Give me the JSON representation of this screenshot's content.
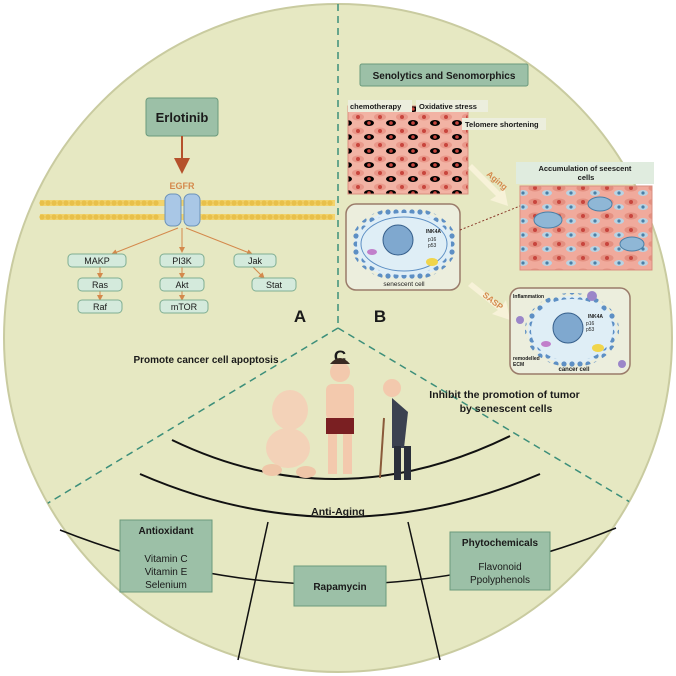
{
  "colors": {
    "circle_fill": "#e6e8c2",
    "circle_stroke": "#c9cba0",
    "divider": "#3d8f7a",
    "box_fill": "#9cc0a7",
    "box_stroke": "#6b9a7c",
    "node_fill": "#d4eadc",
    "node_stroke": "#7fae92",
    "arrow": "#d4894c",
    "egfr": "#d4894c",
    "erlotinib_arrow": "#b5512c"
  },
  "panel_a": {
    "drug": "Erlotinib",
    "receptor": "EGFR",
    "pathway": {
      "col1": [
        "MAKP",
        "Ras",
        "Raf"
      ],
      "col2": [
        "PI3K",
        "Akt",
        "mTOR"
      ],
      "col3": [
        "Jak",
        "Stat"
      ]
    },
    "letter": "A",
    "caption": "Promote cancer cell apoptosis"
  },
  "panel_b": {
    "title": "Senolytics and Senomorphics",
    "stressors": [
      "chemotherapy",
      "Oxidative stress",
      "Telomere shortening"
    ],
    "aging_label": "Aging",
    "accumulation": "Accumulation of seescent cells",
    "senescent_cell": "senescent cell",
    "markers": [
      "INK4A",
      "p16",
      "p53"
    ],
    "sasp_label": "SASP",
    "inflammation": "Inflammation",
    "remodelled": "remodelled ECM",
    "cancer_cell": "cancer cell",
    "letter": "B",
    "caption": "Inhibit the promotion of tumor by senescent cells"
  },
  "panel_c": {
    "letter": "C",
    "anti_aging": "Anti-Aging",
    "antioxidant": {
      "title": "Antioxidant",
      "items": [
        "Vitamin C",
        "Vitamin E",
        "Selenium"
      ]
    },
    "rapamycin": "Rapamycin",
    "phytochemicals": {
      "title": "Phytochemicals",
      "items": [
        "Flavonoid",
        "Ppolyphenols"
      ]
    }
  }
}
